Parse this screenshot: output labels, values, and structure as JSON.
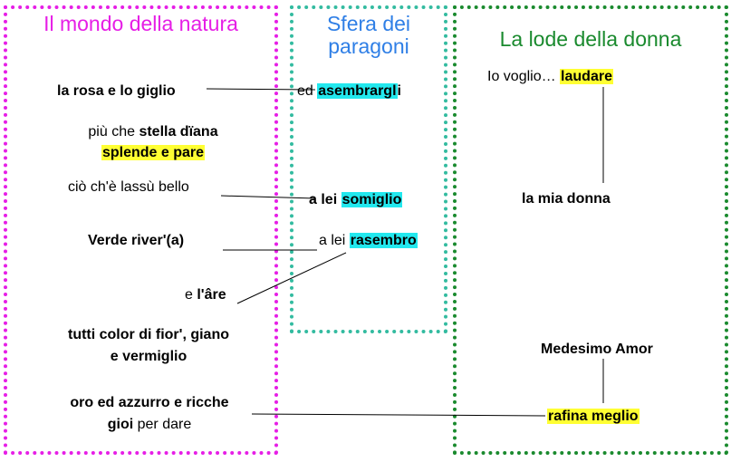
{
  "titles": {
    "nature": "Il mondo della natura",
    "comparisons_line1": "Sfera dei",
    "comparisons_line2": "paragoni",
    "praise": "La lode della donna"
  },
  "nature": {
    "rosa": "la rosa e lo giglio",
    "stella_pre": "più che ",
    "stella_bold": "stella dïana",
    "splende": "splende e pare",
    "lassu": "ciò ch'è lassù bello",
    "verde": "Verde river'(a)",
    "are_pre": "e ",
    "are_bold": "l'âre",
    "fior_line1": "tutti color di fior', giano",
    "fior_line2": "e vermiglio",
    "oro_line1": "oro ed azzurro e ricche",
    "oro_bold": "gioi",
    "oro_rest": " per dare"
  },
  "comparisons": {
    "ed": "ed ",
    "asembrargl": "asembrargl",
    "i": "i",
    "a_lei_1": "a lei ",
    "somiglio": "somiglio",
    "a_lei_2": "a lei ",
    "rasembro": "rasembro"
  },
  "praise": {
    "voglio": "Io voglio… ",
    "laudare": "laudare",
    "mia_donna": "la mia donna",
    "medesimo": "Medesimo Amor",
    "rafina": "rafina meglio"
  },
  "colors": {
    "nature_border": "#e61ee6",
    "comparisons_border": "#33bba0",
    "comparisons_title": "#2f7fe6",
    "praise_border": "#1a8a2e",
    "highlight_yellow": "#ffff33",
    "highlight_cyan": "#22e8ee"
  }
}
